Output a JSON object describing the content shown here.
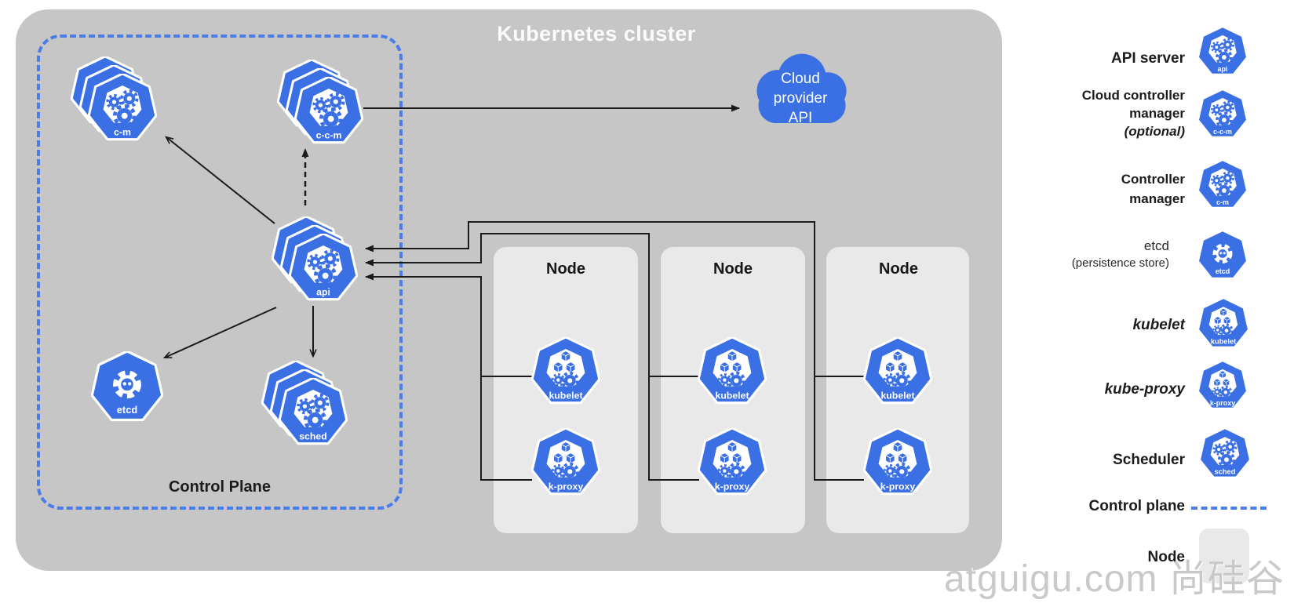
{
  "diagram": {
    "title": "Kubernetes cluster",
    "control_plane": {
      "label": "Control Plane"
    },
    "cloud": {
      "line1": "Cloud",
      "line2": "provider",
      "line3": "API"
    },
    "node": {
      "label": "Node"
    }
  },
  "icons": {
    "api": "api",
    "c_m": "c-m",
    "c_c_m": "c-c-m",
    "etcd": "etcd",
    "sched": "sched",
    "kubelet": "kubelet",
    "k_proxy": "k-proxy"
  },
  "legend": {
    "api_server": "API server",
    "ccm_line1": "Cloud controller",
    "ccm_line2": "manager",
    "ccm_line3": "(optional)",
    "cm_line1": "Controller",
    "cm_line2": "manager",
    "etcd_line1": "etcd",
    "etcd_line2": "(persistence store)",
    "kubelet": "kubelet",
    "kube_proxy": "kube-proxy",
    "scheduler": "Scheduler",
    "control_plane": "Control plane",
    "node": "Node"
  },
  "watermark": "atguigu.com 尚硅谷",
  "colors": {
    "kubernetes_blue": "#3b70e4",
    "dashed_border_blue": "#4b7ce8",
    "canvas_gray": "#c6c6c6",
    "node_box_gray": "#e9e9e9",
    "connector_black": "#1a1a1a",
    "title_white": "#fbfbfb",
    "watermark_gray": "#c9c9c9"
  }
}
